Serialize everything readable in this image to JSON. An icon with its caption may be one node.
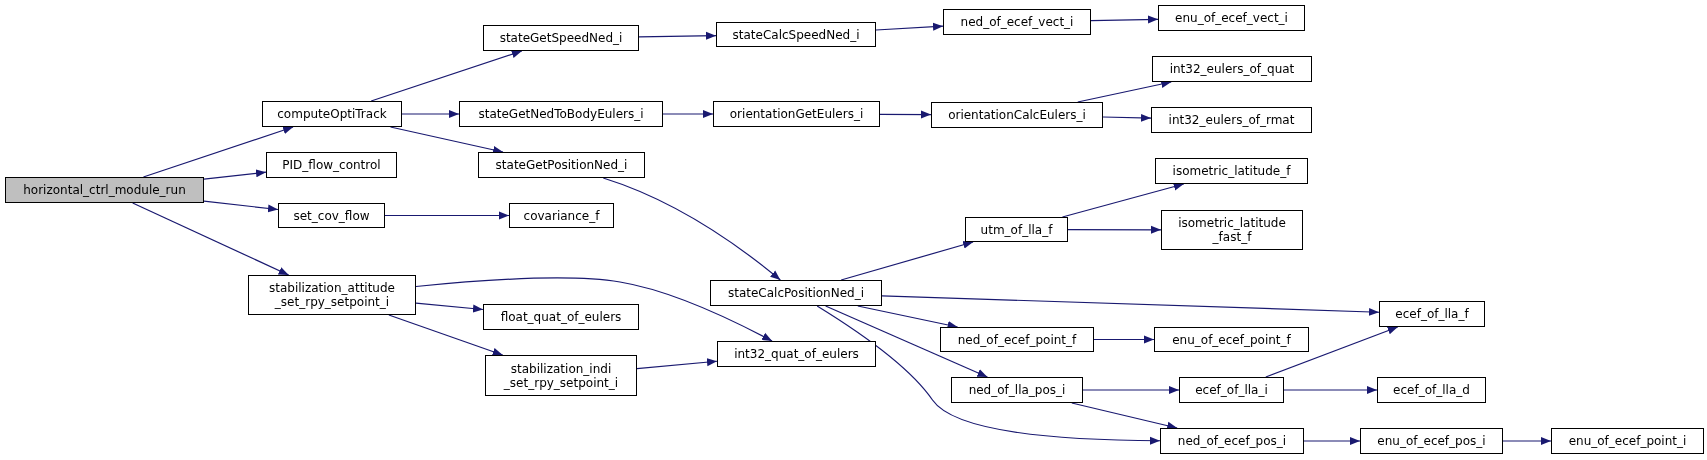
{
  "diagram": {
    "nodes": [
      {
        "text": [
          "horizontal_ctrl_module_run"
        ]
      },
      {
        "text": [
          "computeOptiTrack"
        ]
      },
      {
        "text": [
          "PID_flow_control"
        ]
      },
      {
        "text": [
          "set_cov_flow"
        ]
      },
      {
        "text": [
          "stabilization_attitude _set_rpy_setpoint_i"
        ]
      },
      {
        "text": [
          "stateGetSpeedNed_i"
        ]
      },
      {
        "text": [
          "stateGetNedToBodyEulers_i"
        ]
      },
      {
        "text": [
          "stateGetPositionNed_i"
        ]
      },
      {
        "text": [
          "covariance_f"
        ]
      },
      {
        "text": [
          "float_quat_of_eulers"
        ]
      },
      {
        "text": [
          "stabilization_indi _set_rpy_setpoint_i"
        ]
      },
      {
        "text": [
          "stateCalcSpeedNed_i"
        ]
      },
      {
        "text": [
          "orientationGetEulers_i"
        ]
      },
      {
        "text": [
          "stateCalcPositionNed_i"
        ]
      },
      {
        "text": [
          "int32_quat_of_eulers"
        ]
      },
      {
        "text": [
          "ned_of_ecef_vect_i"
        ]
      },
      {
        "text": [
          "orientationCalcEulers_i"
        ]
      },
      {
        "text": [
          "utm_of_lla_f"
        ]
      },
      {
        "text": [
          "ned_of_ecef_point_f"
        ]
      },
      {
        "text": [
          "ned_of_lla_pos_i"
        ]
      },
      {
        "text": [
          "enu_of_ecef_vect_i"
        ]
      },
      {
        "text": [
          "int32_eulers_of_quat"
        ]
      },
      {
        "text": [
          "int32_eulers_of_rmat"
        ]
      },
      {
        "text": [
          "isometric_latitude_f"
        ]
      },
      {
        "text": [
          "isometric_latitude _fast_f"
        ]
      },
      {
        "text": [
          "enu_of_ecef_point_f"
        ]
      },
      {
        "text": [
          "ecef_of_lla_i"
        ]
      },
      {
        "text": [
          "ned_of_ecef_pos_i"
        ]
      },
      {
        "text": [
          "ecef_of_lla_f"
        ]
      },
      {
        "text": [
          "ecef_of_lla_d"
        ]
      },
      {
        "text": [
          "enu_of_ecef_pos_i"
        ]
      },
      {
        "text": [
          "enu_of_ecef_point_i"
        ]
      }
    ],
    "edges": [
      {
        "from": 0,
        "to": 1,
        "arrow": "to"
      },
      {
        "from": 0,
        "to": 2,
        "arrow": "to"
      },
      {
        "from": 0,
        "to": 3,
        "arrow": "to"
      },
      {
        "from": 0,
        "to": 4,
        "arrow": "to"
      },
      {
        "from": 1,
        "to": 5,
        "arrow": "to"
      },
      {
        "from": 1,
        "to": 6,
        "arrow": "to"
      },
      {
        "from": 1,
        "to": 7,
        "arrow": "to"
      },
      {
        "from": 3,
        "to": 8,
        "arrow": "to"
      },
      {
        "from": 4,
        "to": 14,
        "arrow": "to"
      },
      {
        "from": 4,
        "to": 9,
        "arrow": "to"
      },
      {
        "from": 4,
        "to": 10,
        "arrow": "to"
      },
      {
        "from": 5,
        "to": 11,
        "arrow": "to"
      },
      {
        "from": 6,
        "to": 12,
        "arrow": "to"
      },
      {
        "from": 7,
        "to": 13,
        "arrow": "to"
      },
      {
        "from": 10,
        "to": 14,
        "arrow": "to"
      },
      {
        "from": 11,
        "to": 15,
        "arrow": "to"
      },
      {
        "from": 12,
        "to": 16,
        "arrow": "to"
      },
      {
        "from": 13,
        "to": 17,
        "arrow": "to"
      },
      {
        "from": 13,
        "to": 28,
        "arrow": "to"
      },
      {
        "from": 13,
        "to": 18,
        "arrow": "to"
      },
      {
        "from": 13,
        "to": 19,
        "arrow": "to"
      },
      {
        "from": 13,
        "to": 27,
        "arrow": "to"
      },
      {
        "from": 15,
        "to": 20,
        "arrow": "to"
      },
      {
        "from": 16,
        "to": 21,
        "arrow": "to"
      },
      {
        "from": 16,
        "to": 22,
        "arrow": "to"
      },
      {
        "from": 17,
        "to": 23,
        "arrow": "to"
      },
      {
        "from": 17,
        "to": 24,
        "arrow": "to"
      },
      {
        "from": 18,
        "to": 25,
        "arrow": "to"
      },
      {
        "from": 19,
        "to": 26,
        "arrow": "to"
      },
      {
        "from": 19,
        "to": 27,
        "arrow": "to"
      },
      {
        "from": 26,
        "to": 28,
        "arrow": "to"
      },
      {
        "from": 26,
        "to": 29,
        "arrow": "to"
      },
      {
        "from": 27,
        "to": 30,
        "arrow": "to"
      },
      {
        "from": 30,
        "to": 31,
        "arrow": "to"
      }
    ]
  }
}
